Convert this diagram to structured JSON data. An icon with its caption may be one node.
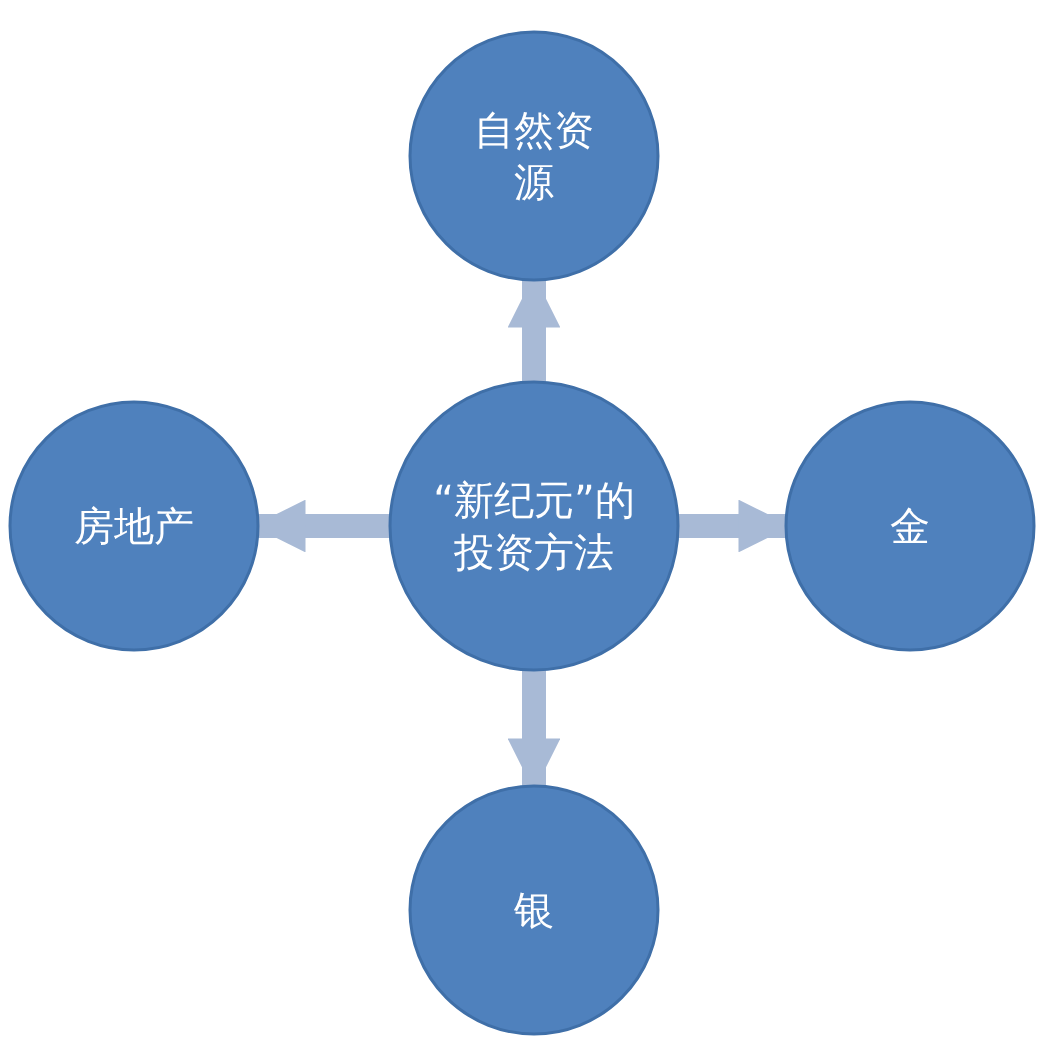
{
  "diagram": {
    "nodes": [
      {
        "text": [
          "自然资源"
        ]
      },
      {
        "text": [
          "房地产"
        ]
      },
      {
        "text": [
          "“新纪元”的投资方法"
        ]
      },
      {
        "text": [
          "金"
        ]
      },
      {
        "text": [
          "银"
        ]
      }
    ],
    "edges": [
      {
        "from": 2,
        "to": 0,
        "arrow": "to"
      },
      {
        "from": 2,
        "to": 1,
        "arrow": "to"
      },
      {
        "from": 2,
        "to": 3,
        "arrow": "to"
      },
      {
        "from": 2,
        "to": 4,
        "arrow": "to"
      }
    ]
  }
}
